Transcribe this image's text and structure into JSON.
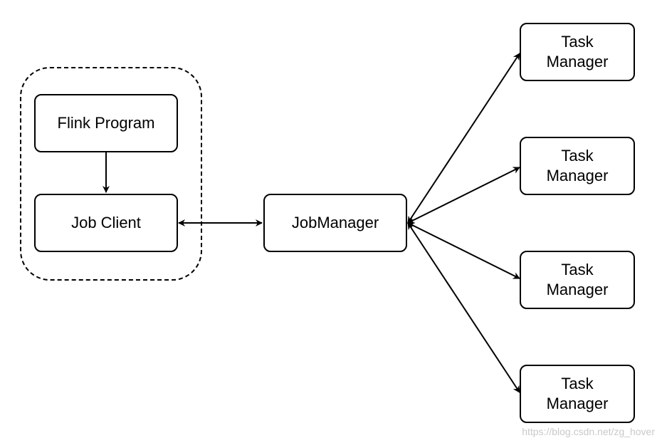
{
  "diagram": {
    "client_group": {
      "nodes": {
        "flink_program": "Flink Program",
        "job_client": "Job Client"
      }
    },
    "job_manager": "JobManager",
    "task_managers": [
      {
        "line1": "Task",
        "line2": "Manager"
      },
      {
        "line1": "Task",
        "line2": "Manager"
      },
      {
        "line1": "Task",
        "line2": "Manager"
      },
      {
        "line1": "Task",
        "line2": "Manager"
      }
    ],
    "edges": [
      {
        "from": "flink_program",
        "to": "job_client",
        "direction": "one-way"
      },
      {
        "from": "job_client",
        "to": "job_manager",
        "direction": "two-way"
      },
      {
        "from": "job_manager",
        "to": "task_manager_1",
        "direction": "two-way"
      },
      {
        "from": "job_manager",
        "to": "task_manager_2",
        "direction": "two-way"
      },
      {
        "from": "job_manager",
        "to": "task_manager_3",
        "direction": "two-way"
      },
      {
        "from": "job_manager",
        "to": "task_manager_4",
        "direction": "two-way"
      }
    ],
    "colors": {
      "stroke": "#000000",
      "fill": "#ffffff",
      "watermark": "#c9c9c9"
    }
  },
  "watermark": "https://blog.csdn.net/zg_hover"
}
